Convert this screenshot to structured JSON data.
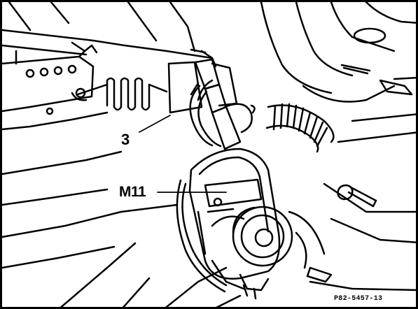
{
  "labels": {
    "item_3": "3",
    "item_m11": "M11"
  },
  "figure_ref": "P82-5457-13",
  "colors": {
    "ink": "#000000",
    "paper": "#ffffff"
  }
}
